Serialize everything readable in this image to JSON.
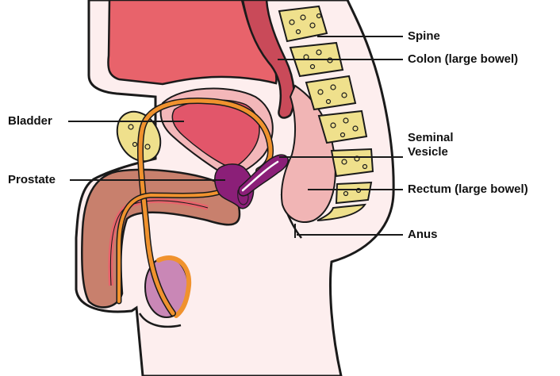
{
  "labels": {
    "bladder": "Bladder",
    "prostate": "Prostate",
    "spine": "Spine",
    "colon": "Colon (large bowel)",
    "seminal_line1": "Seminal",
    "seminal_line2": "Vesicle",
    "rectum": "Rectum (large bowel)",
    "anus": "Anus"
  },
  "colors": {
    "body": "#fdeeee",
    "outline": "#1a1a1a",
    "bowel": "#e8636b",
    "colon": "#c94a59",
    "bladder": "#e2566a",
    "bladder_wall": "#f3b7b9",
    "rectum": "#f1b5b5",
    "spine": "#efe08c",
    "prostate": "#8b1f78",
    "urethra": "#f0922e",
    "penis": "#c8806d",
    "testicle": "#c987b6"
  }
}
